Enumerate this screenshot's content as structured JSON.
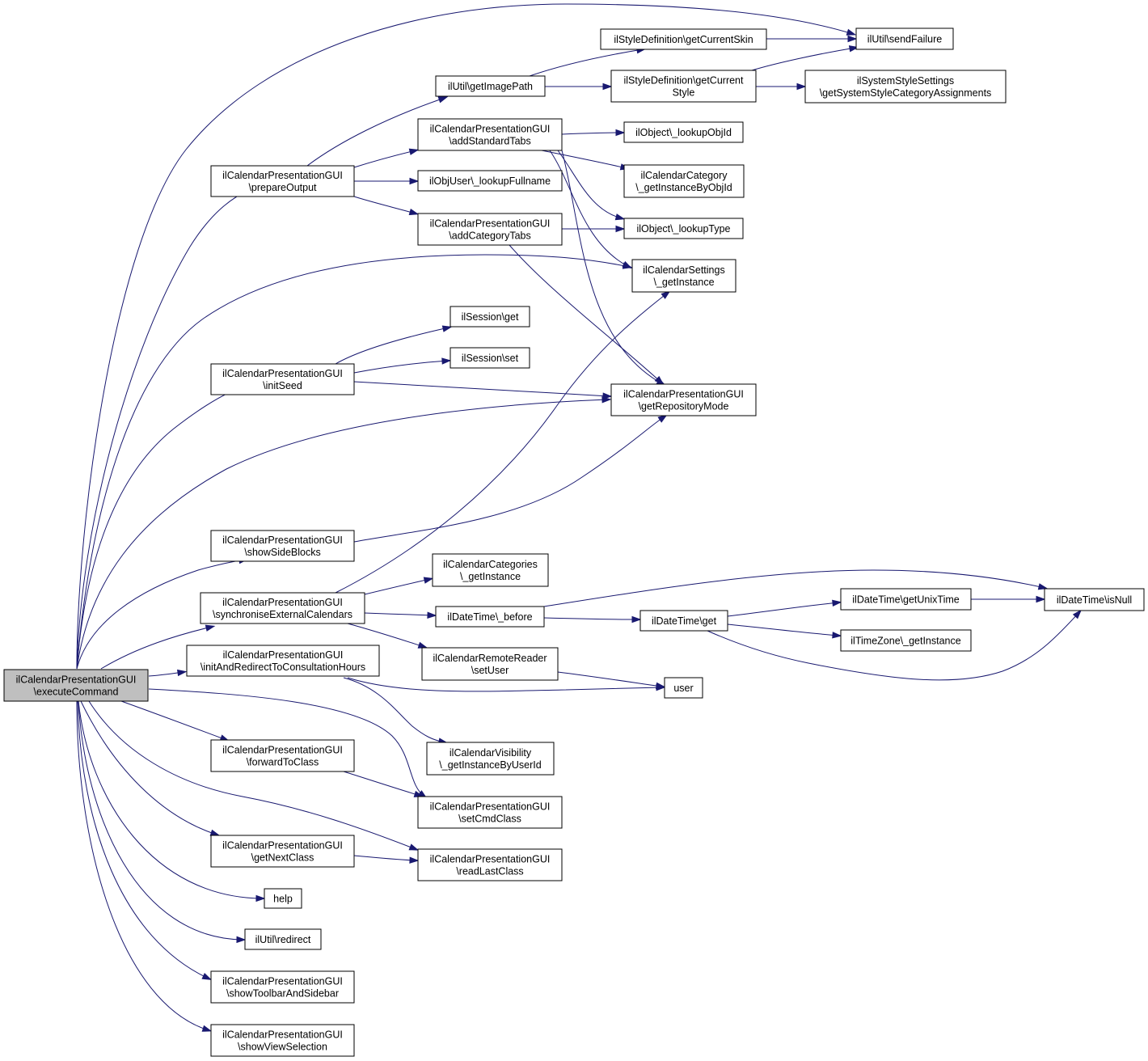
{
  "graph": {
    "root": "executeCommand",
    "colors": {
      "edge": "#191970",
      "root_fill": "#bfbfbf",
      "node_fill": "#ffffff",
      "node_border": "#000000"
    },
    "nodes": [
      {
        "id": "executeCommand",
        "lines": [
          "ilCalendarPresentationGUI",
          "\\executeCommand"
        ]
      },
      {
        "id": "prepareOutput",
        "lines": [
          "ilCalendarPresentationGUI",
          "\\prepareOutput"
        ]
      },
      {
        "id": "initSeed",
        "lines": [
          "ilCalendarPresentationGUI",
          "\\initSeed"
        ]
      },
      {
        "id": "showSideBlocks",
        "lines": [
          "ilCalendarPresentationGUI",
          "\\showSideBlocks"
        ]
      },
      {
        "id": "synchroniseExternalCalendars",
        "lines": [
          "ilCalendarPresentationGUI",
          "\\synchroniseExternalCalendars"
        ]
      },
      {
        "id": "initAndRedirectToConsultationHours",
        "lines": [
          "ilCalendarPresentationGUI",
          "\\initAndRedirectToConsultationHours"
        ]
      },
      {
        "id": "forwardToClass",
        "lines": [
          "ilCalendarPresentationGUI",
          "\\forwardToClass"
        ]
      },
      {
        "id": "getNextClass",
        "lines": [
          "ilCalendarPresentationGUI",
          "\\getNextClass"
        ]
      },
      {
        "id": "help",
        "lines": [
          "help"
        ]
      },
      {
        "id": "redirect",
        "lines": [
          "ilUtil\\redirect"
        ]
      },
      {
        "id": "showToolbarAndSidebar",
        "lines": [
          "ilCalendarPresentationGUI",
          "\\showToolbarAndSidebar"
        ]
      },
      {
        "id": "showViewSelection",
        "lines": [
          "ilCalendarPresentationGUI",
          "\\showViewSelection"
        ]
      },
      {
        "id": "getImagePath",
        "lines": [
          "ilUtil\\getImagePath"
        ]
      },
      {
        "id": "addStandardTabs",
        "lines": [
          "ilCalendarPresentationGUI",
          "\\addStandardTabs"
        ]
      },
      {
        "id": "lookupFullname",
        "lines": [
          "ilObjUser\\_lookupFullname"
        ]
      },
      {
        "id": "addCategoryTabs",
        "lines": [
          "ilCalendarPresentationGUI",
          "\\addCategoryTabs"
        ]
      },
      {
        "id": "sessionGet",
        "lines": [
          "ilSession\\get"
        ]
      },
      {
        "id": "sessionSet",
        "lines": [
          "ilSession\\set"
        ]
      },
      {
        "id": "categoriesGetInstance",
        "lines": [
          "ilCalendarCategories",
          "\\_getInstance"
        ]
      },
      {
        "id": "dtBefore",
        "lines": [
          "ilDateTime\\_before"
        ]
      },
      {
        "id": "setUser",
        "lines": [
          "ilCalendarRemoteReader",
          "\\setUser"
        ]
      },
      {
        "id": "visibility",
        "lines": [
          "ilCalendarVisibility",
          "\\_getInstanceByUserId"
        ]
      },
      {
        "id": "setCmdClass",
        "lines": [
          "ilCalendarPresentationGUI",
          "\\setCmdClass"
        ]
      },
      {
        "id": "readLastClass",
        "lines": [
          "ilCalendarPresentationGUI",
          "\\readLastClass"
        ]
      },
      {
        "id": "getCurrentSkin",
        "lines": [
          "ilStyleDefinition\\getCurrentSkin"
        ]
      },
      {
        "id": "getCurrentStyle",
        "lines": [
          "ilStyleDefinition\\getCurrent",
          "Style"
        ]
      },
      {
        "id": "lookupObjId",
        "lines": [
          "ilObject\\_lookupObjId"
        ]
      },
      {
        "id": "catByObjId",
        "lines": [
          "ilCalendarCategory",
          "\\_getInstanceByObjId"
        ]
      },
      {
        "id": "lookupType",
        "lines": [
          "ilObject\\_lookupType"
        ]
      },
      {
        "id": "settingsGetInstance",
        "lines": [
          "ilCalendarSettings",
          "\\_getInstance"
        ]
      },
      {
        "id": "getRepositoryMode",
        "lines": [
          "ilCalendarPresentationGUI",
          "\\getRepositoryMode"
        ]
      },
      {
        "id": "dtGet",
        "lines": [
          "ilDateTime\\get"
        ]
      },
      {
        "id": "user",
        "lines": [
          "user"
        ]
      },
      {
        "id": "sendFailure",
        "lines": [
          "ilUtil\\sendFailure"
        ]
      },
      {
        "id": "styleAssignments",
        "lines": [
          "ilSystemStyleSettings",
          "\\getSystemStyleCategoryAssignments"
        ]
      },
      {
        "id": "getUnixTime",
        "lines": [
          "ilDateTime\\getUnixTime"
        ]
      },
      {
        "id": "tzGetInstance",
        "lines": [
          "ilTimeZone\\_getInstance"
        ]
      },
      {
        "id": "isNull",
        "lines": [
          "ilDateTime\\isNull"
        ]
      }
    ],
    "edges": [
      [
        "executeCommand",
        "sendFailure"
      ],
      [
        "executeCommand",
        "prepareOutput"
      ],
      [
        "executeCommand",
        "settingsGetInstance"
      ],
      [
        "executeCommand",
        "initSeed"
      ],
      [
        "executeCommand",
        "getRepositoryMode"
      ],
      [
        "executeCommand",
        "showSideBlocks"
      ],
      [
        "executeCommand",
        "synchroniseExternalCalendars"
      ],
      [
        "executeCommand",
        "initAndRedirectToConsultationHours"
      ],
      [
        "executeCommand",
        "setCmdClass"
      ],
      [
        "executeCommand",
        "forwardToClass"
      ],
      [
        "executeCommand",
        "readLastClass"
      ],
      [
        "executeCommand",
        "getNextClass"
      ],
      [
        "executeCommand",
        "help"
      ],
      [
        "executeCommand",
        "redirect"
      ],
      [
        "executeCommand",
        "showToolbarAndSidebar"
      ],
      [
        "executeCommand",
        "showViewSelection"
      ],
      [
        "prepareOutput",
        "getImagePath"
      ],
      [
        "prepareOutput",
        "addStandardTabs"
      ],
      [
        "prepareOutput",
        "lookupFullname"
      ],
      [
        "prepareOutput",
        "addCategoryTabs"
      ],
      [
        "getImagePath",
        "getCurrentSkin"
      ],
      [
        "getImagePath",
        "getCurrentStyle"
      ],
      [
        "getCurrentSkin",
        "sendFailure"
      ],
      [
        "getCurrentStyle",
        "sendFailure"
      ],
      [
        "getCurrentStyle",
        "styleAssignments"
      ],
      [
        "addStandardTabs",
        "lookupObjId"
      ],
      [
        "addStandardTabs",
        "catByObjId"
      ],
      [
        "addStandardTabs",
        "lookupType"
      ],
      [
        "addStandardTabs",
        "settingsGetInstance"
      ],
      [
        "addStandardTabs",
        "getRepositoryMode"
      ],
      [
        "addCategoryTabs",
        "lookupType"
      ],
      [
        "addCategoryTabs",
        "getRepositoryMode"
      ],
      [
        "initSeed",
        "sessionGet"
      ],
      [
        "initSeed",
        "sessionSet"
      ],
      [
        "initSeed",
        "getRepositoryMode"
      ],
      [
        "showSideBlocks",
        "getRepositoryMode"
      ],
      [
        "synchroniseExternalCalendars",
        "settingsGetInstance"
      ],
      [
        "synchroniseExternalCalendars",
        "categoriesGetInstance"
      ],
      [
        "synchroniseExternalCalendars",
        "dtBefore"
      ],
      [
        "synchroniseExternalCalendars",
        "setUser"
      ],
      [
        "initAndRedirectToConsultationHours",
        "user"
      ],
      [
        "initAndRedirectToConsultationHours",
        "visibility"
      ],
      [
        "dtBefore",
        "dtGet"
      ],
      [
        "dtBefore",
        "isNull"
      ],
      [
        "dtGet",
        "getUnixTime"
      ],
      [
        "dtGet",
        "tzGetInstance"
      ],
      [
        "dtGet",
        "isNull"
      ],
      [
        "getUnixTime",
        "isNull"
      ],
      [
        "setUser",
        "user"
      ],
      [
        "forwardToClass",
        "setCmdClass"
      ],
      [
        "getNextClass",
        "readLastClass"
      ]
    ]
  }
}
